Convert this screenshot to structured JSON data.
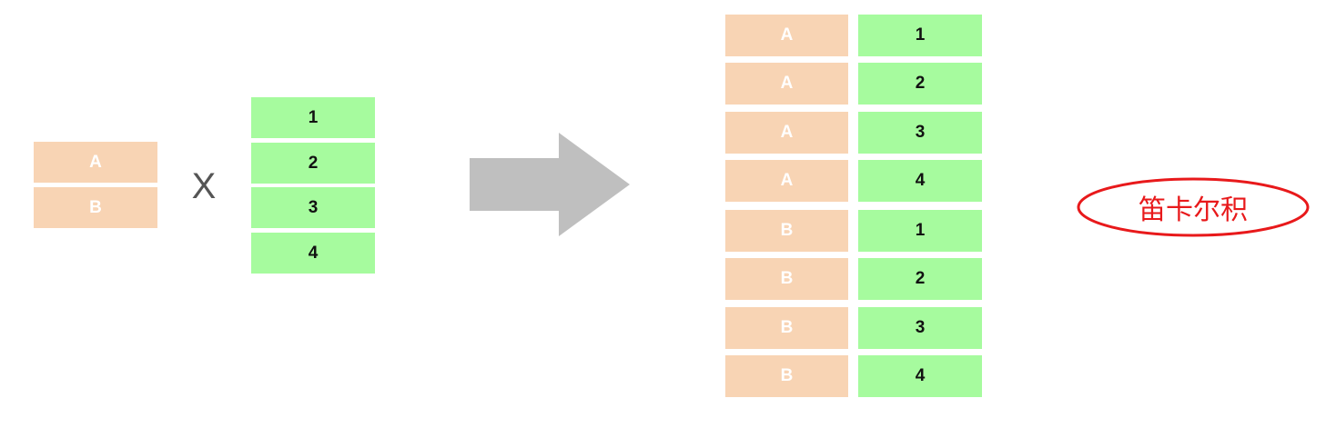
{
  "left_set": [
    "A",
    "B"
  ],
  "operator": "X",
  "right_set": [
    "1",
    "2",
    "3",
    "4"
  ],
  "result": {
    "letters": [
      "A",
      "A",
      "A",
      "A",
      "B",
      "B",
      "B",
      "B"
    ],
    "numbers": [
      "1",
      "2",
      "3",
      "4",
      "1",
      "2",
      "3",
      "4"
    ]
  },
  "label": "笛卡尔积",
  "colors": {
    "letter_fill": "#f8d4b4",
    "number_fill": "#a6fb9e",
    "arrow": "#bfbfbf",
    "label": "#e8191b",
    "operator": "#555555"
  },
  "icons": {
    "arrow": "right-arrow-icon"
  }
}
